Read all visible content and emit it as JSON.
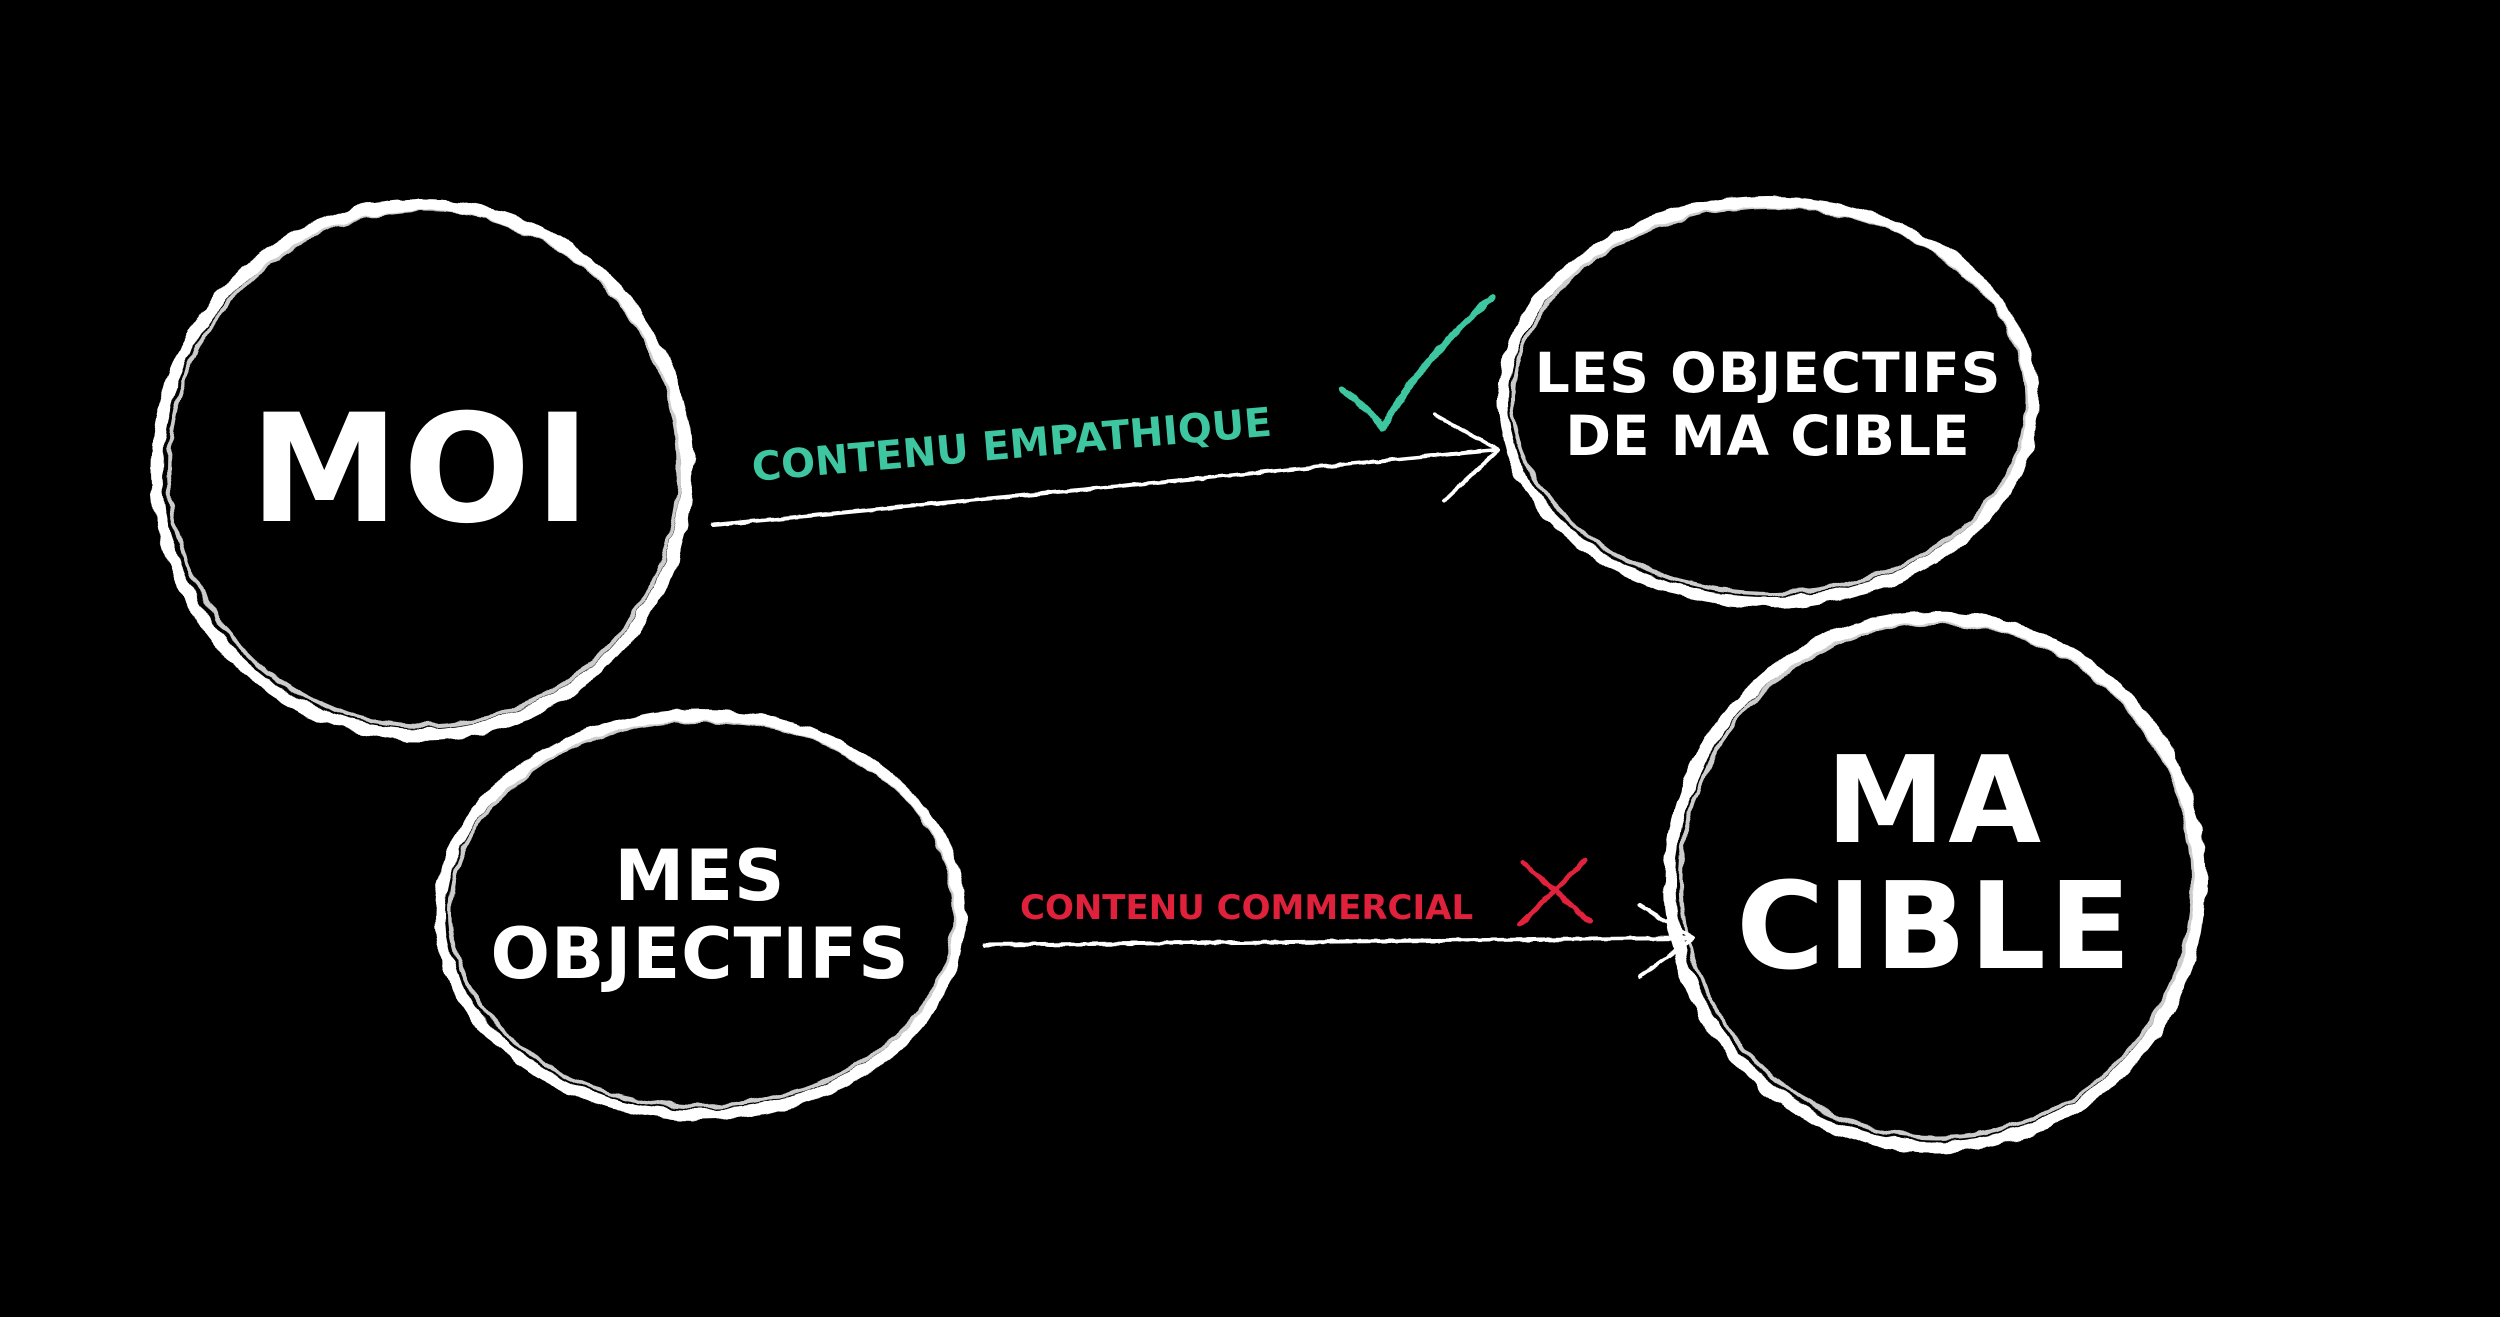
{
  "colors": {
    "background": "#000000",
    "chalk": "#ffffff",
    "positive": "#3ec6a0",
    "negative": "#e0213c"
  },
  "nodes": {
    "moi": {
      "label": "MOI"
    },
    "objectifs_cible": {
      "line1": "LES OBJECTIFS",
      "line2": "DE MA CIBLE"
    },
    "mes_objectifs": {
      "line1": "MES",
      "line2": "OBJECTIFS"
    },
    "ma_cible": {
      "line1": "MA",
      "line2": "CIBLE"
    }
  },
  "edges": {
    "empathique": {
      "label": "CONTENU EMPATHIQUE",
      "icon": "checkmark-icon"
    },
    "commercial": {
      "label": "CONTENU COMMERCIAL",
      "icon": "cross-icon"
    }
  }
}
